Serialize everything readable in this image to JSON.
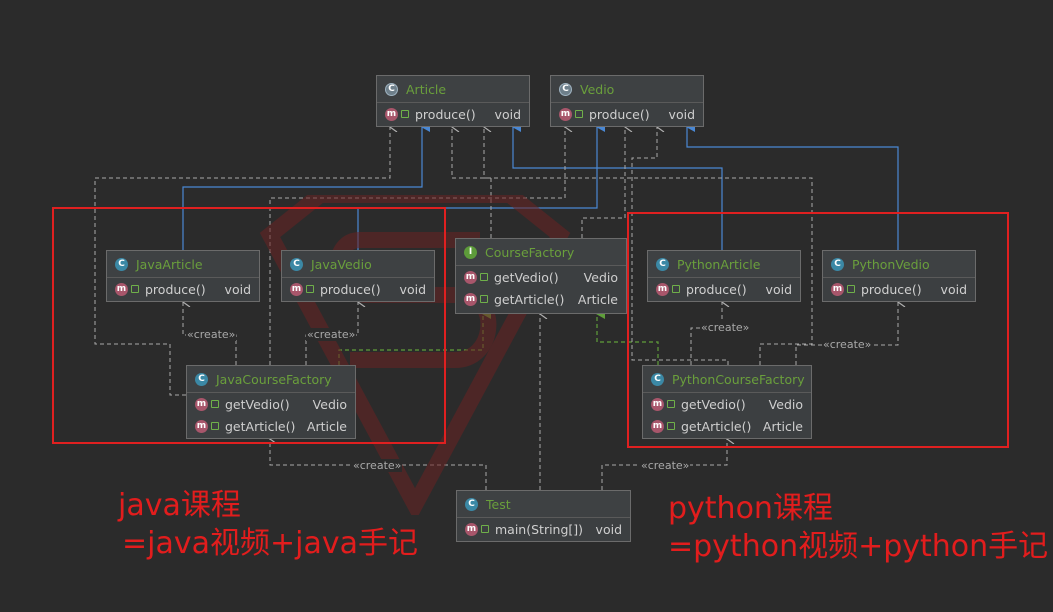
{
  "diagram": {
    "classes": {
      "article": {
        "name": "Article",
        "kind": "abstract",
        "members": [
          {
            "name": "produce()",
            "type": "void"
          }
        ]
      },
      "vedio": {
        "name": "Vedio",
        "kind": "abstract",
        "members": [
          {
            "name": "produce()",
            "type": "void"
          }
        ]
      },
      "java_article": {
        "name": "JavaArticle",
        "kind": "class",
        "members": [
          {
            "name": "produce()",
            "type": "void"
          }
        ]
      },
      "java_vedio": {
        "name": "JavaVedio",
        "kind": "class",
        "members": [
          {
            "name": "produce()",
            "type": "void"
          }
        ]
      },
      "course_factory": {
        "name": "CourseFactory",
        "kind": "interface",
        "members": [
          {
            "name": "getVedio()",
            "type": "Vedio"
          },
          {
            "name": "getArticle()",
            "type": "Article"
          }
        ]
      },
      "python_article": {
        "name": "PythonArticle",
        "kind": "class",
        "members": [
          {
            "name": "produce()",
            "type": "void"
          }
        ]
      },
      "python_vedio": {
        "name": "PythonVedio",
        "kind": "class",
        "members": [
          {
            "name": "produce()",
            "type": "void"
          }
        ]
      },
      "java_course_factory": {
        "name": "JavaCourseFactory",
        "kind": "class",
        "members": [
          {
            "name": "getVedio()",
            "type": "Vedio"
          },
          {
            "name": "getArticle()",
            "type": "Article"
          }
        ]
      },
      "python_course_factory": {
        "name": "PythonCourseFactory",
        "kind": "class",
        "members": [
          {
            "name": "getVedio()",
            "type": "Vedio"
          },
          {
            "name": "getArticle()",
            "type": "Article"
          }
        ]
      },
      "test": {
        "name": "Test",
        "kind": "class",
        "members": [
          {
            "name": "main(String[])",
            "type": "void"
          }
        ]
      }
    },
    "create_label": "«create»",
    "badges": {
      "class": "C",
      "interface": "I",
      "method": "m",
      "abstract": "C"
    }
  },
  "notes": {
    "java_line1": "java课程",
    "java_line2": "=java视频+java手记",
    "python_line1": "python课程",
    "python_line2": "=python视频+python手记"
  },
  "colors": {
    "background": "#2b2b2b",
    "inherit_line": "#4a88d4",
    "implement_line": "#5f9e3b",
    "dependency_line": "#a9a9a9",
    "highlight_box": "#e02020",
    "class_name": "#6a9f3c"
  }
}
